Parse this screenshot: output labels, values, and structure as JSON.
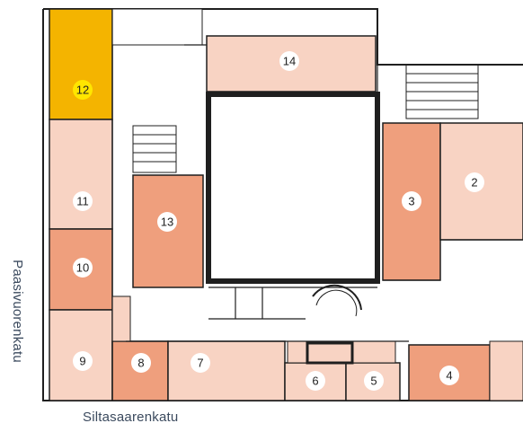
{
  "colors": {
    "highlight": "#f4b400",
    "room_light": "#f8d3c3",
    "room_medium": "#ef9f7d",
    "wall": "#1f1f1f",
    "street_text": "#3b4a5e",
    "background": "#ffffff"
  },
  "streets": {
    "bottom": "Siltasaarenkatu",
    "left": "Paasivuorenkatu"
  },
  "rooms": [
    {
      "id": "12",
      "label": "12",
      "tone": "highlight"
    },
    {
      "id": "14",
      "label": "14",
      "tone": "light"
    },
    {
      "id": "11",
      "label": "11",
      "tone": "light"
    },
    {
      "id": "10",
      "label": "10",
      "tone": "medium"
    },
    {
      "id": "13",
      "label": "13",
      "tone": "medium"
    },
    {
      "id": "3",
      "label": "3",
      "tone": "medium"
    },
    {
      "id": "2",
      "label": "2",
      "tone": "light"
    },
    {
      "id": "9",
      "label": "9",
      "tone": "light"
    },
    {
      "id": "8",
      "label": "8",
      "tone": "medium"
    },
    {
      "id": "7",
      "label": "7",
      "tone": "light"
    },
    {
      "id": "6",
      "label": "6",
      "tone": "light"
    },
    {
      "id": "5",
      "label": "5",
      "tone": "light"
    },
    {
      "id": "4",
      "label": "4",
      "tone": "medium"
    }
  ]
}
